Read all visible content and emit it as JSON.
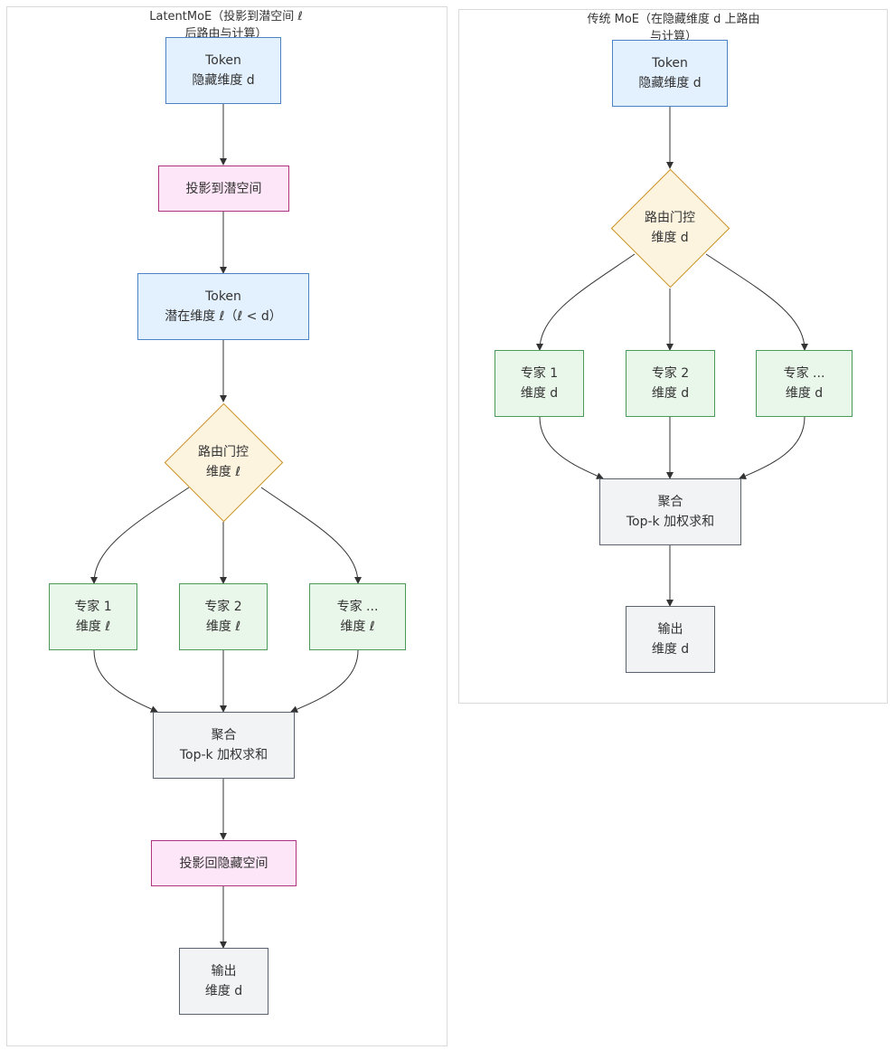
{
  "latent": {
    "title": "LatentMoE（投影到潜空间 ℓ 后路由与计算）",
    "token": {
      "line1": "Token",
      "line2": "隐藏维度 d"
    },
    "project_in": "投影到潜空间",
    "latent_token": {
      "line1": "Token",
      "line2": "潜在维度 ℓ（ℓ < d）"
    },
    "router": {
      "line1": "路由门控",
      "line2": "维度 ℓ"
    },
    "experts": [
      {
        "line1": "专家 1",
        "line2": "维度 ℓ"
      },
      {
        "line1": "专家 2",
        "line2": "维度 ℓ"
      },
      {
        "line1": "专家 ...",
        "line2": "维度 ℓ"
      }
    ],
    "aggregate": {
      "line1": "聚合",
      "line2": "Top-k 加权求和"
    },
    "project_out": "投影回隐藏空间",
    "output": {
      "line1": "输出",
      "line2": "维度 d"
    }
  },
  "traditional": {
    "title": "传统 MoE（在隐藏维度 d 上路由与计算）",
    "token": {
      "line1": "Token",
      "line2": "隐藏维度 d"
    },
    "router": {
      "line1": "路由门控",
      "line2": "维度 d"
    },
    "experts": [
      {
        "line1": "专家 1",
        "line2": "维度 d"
      },
      {
        "line1": "专家 2",
        "line2": "维度 d"
      },
      {
        "line1": "专家 ...",
        "line2": "维度 d"
      }
    ],
    "aggregate": {
      "line1": "聚合",
      "line2": "Top-k 加权求和"
    },
    "output": {
      "line1": "输出",
      "line2": "维度 d"
    }
  },
  "colors": {
    "edge": "#333333",
    "token_fill": "#e3f0fd",
    "projection_fill": "#fde6f7",
    "router_fill": "#fdf4e0",
    "expert_fill": "#e9f6ea",
    "aggregate_fill": "#f2f3f5"
  }
}
